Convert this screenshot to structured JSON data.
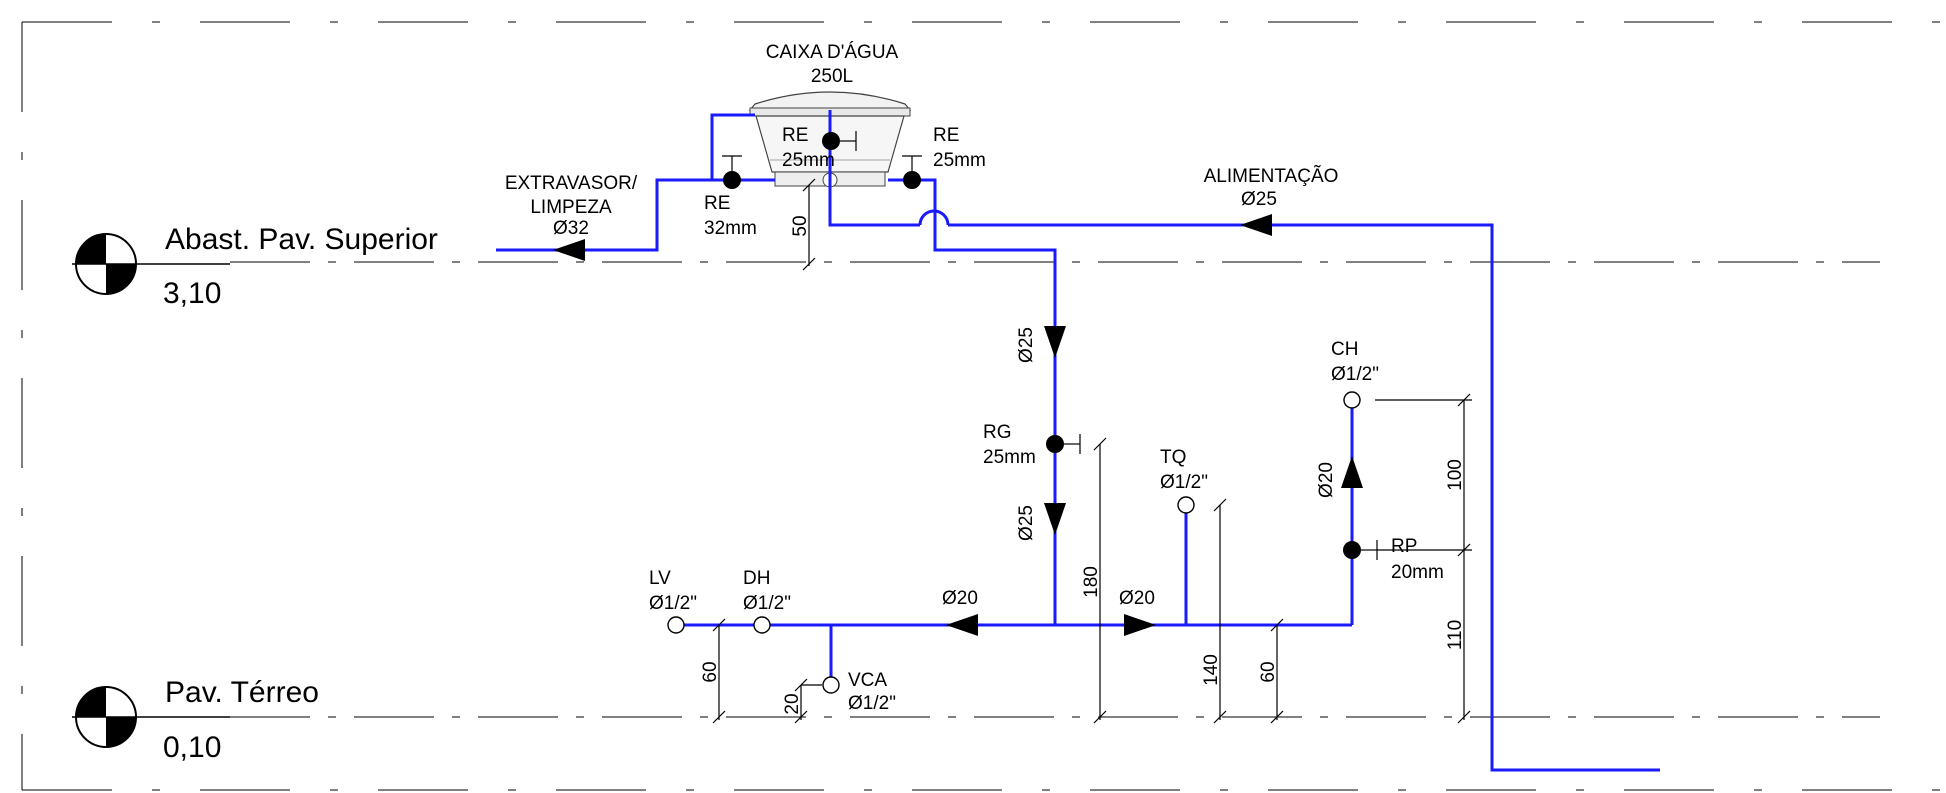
{
  "levels": {
    "upper": {
      "name": "Abast. Pav. Superior",
      "value": "3,10"
    },
    "ground": {
      "name": "Pav. Térreo",
      "value": "0,10"
    }
  },
  "tank": {
    "title": "CAIXA D'ÁGUA",
    "capacity": "250L"
  },
  "valves": {
    "re_inner": {
      "name": "RE",
      "size": "25mm"
    },
    "re_right": {
      "name": "RE",
      "size": "25mm"
    },
    "re_left": {
      "name": "RE",
      "size": "32mm"
    },
    "rg": {
      "name": "RG",
      "size": "25mm"
    },
    "rp": {
      "name": "RP",
      "size": "20mm"
    }
  },
  "lines": {
    "overflow": {
      "line1": "EXTRAVASOR/",
      "line2": "LIMPEZA",
      "dia": "Ø32"
    },
    "supply": {
      "name": "ALIMENTAÇÃO",
      "dia": "Ø25"
    },
    "down1": "Ø25",
    "down2": "Ø25",
    "branch_left": "Ø20",
    "branch_right": "Ø20",
    "riser_ch": "Ø20"
  },
  "outlets": {
    "lv": {
      "name": "LV",
      "dia": "Ø1/2\""
    },
    "dh": {
      "name": "DH",
      "dia": "Ø1/2\""
    },
    "vca": {
      "name": "VCA",
      "dia": "Ø1/2\""
    },
    "tq": {
      "name": "TQ",
      "dia": "Ø1/2\""
    },
    "ch": {
      "name": "CH",
      "dia": "Ø1/2\""
    }
  },
  "dimensions": {
    "d50": "50",
    "d60a": "60",
    "d20": "20",
    "d180": "180",
    "d140": "140",
    "d60b": "60",
    "d100": "100",
    "d110": "110"
  },
  "colors": {
    "pipe": "#1a1aff",
    "lines": "#000000"
  }
}
